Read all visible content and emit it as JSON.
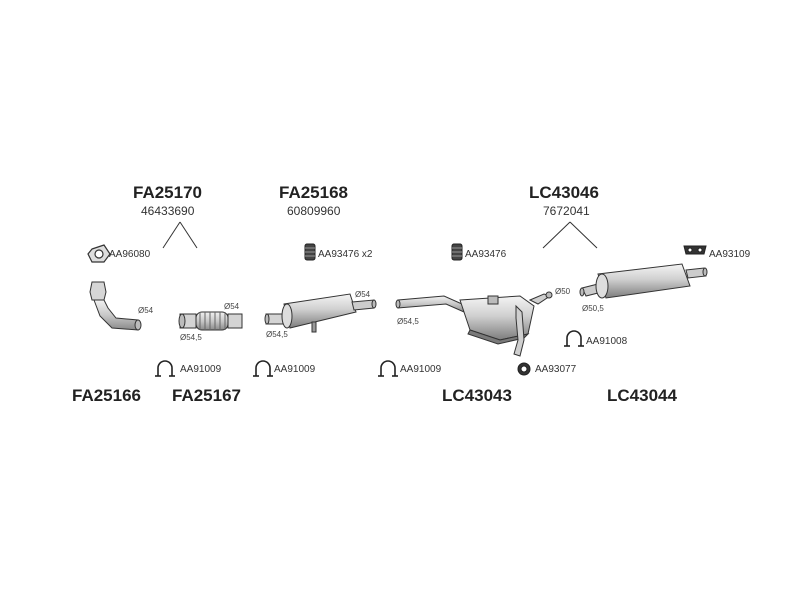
{
  "assemblies": [
    {
      "code": "FA25170",
      "number": "46433690"
    },
    {
      "code": "FA25168",
      "number": "60809960"
    },
    {
      "code": "LC43046",
      "number": "7672041"
    }
  ],
  "components": [
    {
      "code": "FA25166"
    },
    {
      "code": "FA25167"
    },
    {
      "code": "LC43043"
    },
    {
      "code": "LC43044"
    }
  ],
  "accessories": [
    {
      "code": "AA96080"
    },
    {
      "code": "AA93476 x2"
    },
    {
      "code": "AA93476"
    },
    {
      "code": "AA93109"
    },
    {
      "code": "AA91009"
    },
    {
      "code": "AA91009"
    },
    {
      "code": "AA91009"
    },
    {
      "code": "AA93077"
    },
    {
      "code": "AA91008"
    }
  ],
  "diameters": [
    "Ø54",
    "Ø54",
    "Ø54,5",
    "Ø54",
    "Ø54,5",
    "Ø54,5",
    "Ø50",
    "Ø50,5"
  ],
  "colors": {
    "line": "#333333",
    "fill_light": "#e6e6e6",
    "fill_mid": "#bdbdbd",
    "fill_dark": "#7a7a7a"
  }
}
